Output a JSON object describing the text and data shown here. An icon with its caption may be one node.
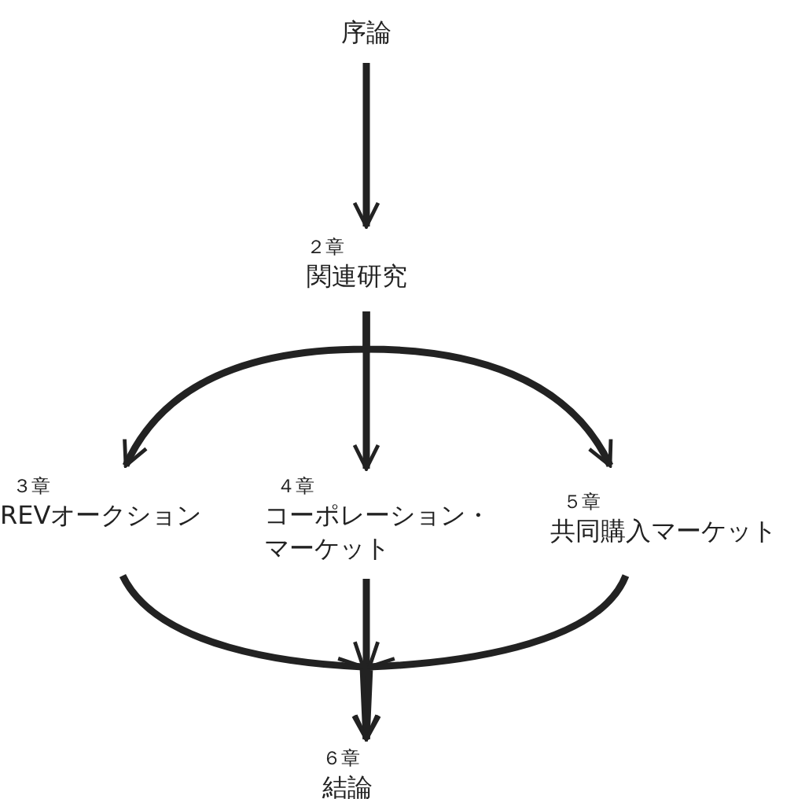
{
  "diagram": {
    "nodes": [
      {
        "text": [
          "序論"
        ]
      },
      {
        "text": [
          "２章",
          "関連研究"
        ]
      },
      {
        "text": [
          "３章",
          "REVオークション"
        ]
      },
      {
        "text": [
          "４章",
          "コーポレーション・マーケット"
        ]
      },
      {
        "text": [
          "５章",
          "共同購入マーケット"
        ]
      },
      {
        "text": [
          "６章",
          "結論"
        ]
      }
    ],
    "edges": [
      {
        "from": 0,
        "to": 1,
        "arrow": "to"
      },
      {
        "from": 1,
        "to": 2,
        "arrow": "to"
      },
      {
        "from": 1,
        "to": 3,
        "arrow": "to"
      },
      {
        "from": 1,
        "to": 4,
        "arrow": "to"
      },
      {
        "from": 2,
        "to": 5,
        "arrow": "to"
      },
      {
        "from": 3,
        "to": 5,
        "arrow": "to"
      },
      {
        "from": 4,
        "to": 5,
        "arrow": "to"
      }
    ]
  }
}
